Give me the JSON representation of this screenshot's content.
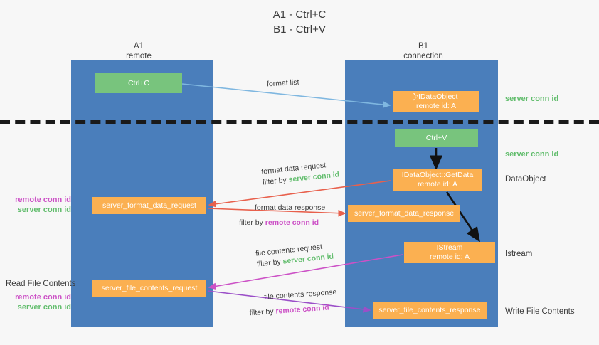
{
  "title": {
    "line1": "A1 - Ctrl+C",
    "line2": "B1 - Ctrl+V"
  },
  "columns": {
    "left": {
      "name": "A1",
      "role": "remote"
    },
    "right": {
      "name": "B1",
      "role": "connection"
    }
  },
  "boxes": {
    "ctrl_c": {
      "label": "Ctrl+C",
      "color": "#78c47d"
    },
    "set_idataobject": {
      "line1": "͓͒ᴩIDataObject",
      "line2": "remote id: A",
      "color": "#fbb051"
    },
    "ctrl_v": {
      "label": "Ctrl+V",
      "color": "#78c47d"
    },
    "getdata": {
      "line1": "IDataObject::GetData",
      "line2": "remote id: A",
      "color": "#fbb051"
    },
    "server_format_data_request": {
      "label": "server_format_data_request",
      "color": "#fbb051"
    },
    "server_format_data_response": {
      "label": "server_format_data_response",
      "color": "#fbb051"
    },
    "istream": {
      "line1": "IStream",
      "line2": "remote id: A",
      "color": "#fbb051"
    },
    "server_file_contents_request": {
      "label": "server_file_contents_request",
      "color": "#fbb051"
    },
    "server_file_contents_response": {
      "label": "server_file_contents_response",
      "color": "#fbb051"
    }
  },
  "side_labels": {
    "dataobject": "DataObject",
    "istream": "Istream",
    "write_file_contents": "Write File Contents",
    "read_file_contents": "Read File Contents"
  },
  "conn_ids": {
    "server": "server conn id",
    "remote": "remote conn id",
    "server_color": "#62bd6d",
    "remote_color": "#cc51c6"
  },
  "annotations": {
    "format_list": "format list",
    "format_data_request": "format data request",
    "format_data_response": "format data response",
    "file_contents_request": "file contents request",
    "file_contents_response": "file contents response",
    "filter_by": "filter by "
  },
  "colors": {
    "lane": "#4a7ebb",
    "arrow_blue": "#7fb7e0",
    "arrow_red": "#e8604c",
    "arrow_magenta": "#cc51c6",
    "arrow_purple": "#9b4fc8",
    "arrow_black": "#111111",
    "background": "#f7f7f7"
  }
}
